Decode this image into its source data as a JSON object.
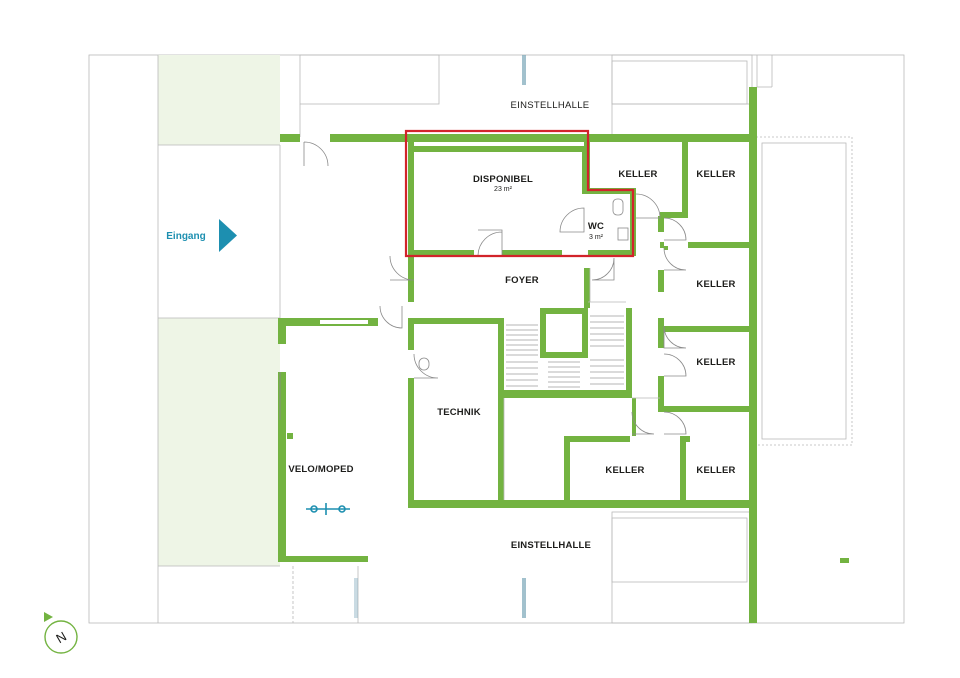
{
  "plan": {
    "rooms": {
      "einstellhalle_top": "EINSTELLHALLE",
      "disponibel": "DISPONIBEL",
      "disponibel_area": "23 m²",
      "keller_1": "KELLER",
      "keller_2": "KELLER",
      "wc": "WC",
      "wc_area": "3 m²",
      "foyer": "FOYER",
      "keller_3": "KELLER",
      "keller_4": "KELLER",
      "technik": "TECHNIK",
      "velo_moped": "VELO/MOPED",
      "keller_5": "KELLER",
      "keller_6": "KELLER",
      "einstellhalle_bottom": "EINSTELLHALLE"
    },
    "entrance_label": "Eingang",
    "compass_letter": "N",
    "colors": {
      "wall": "#73b341",
      "highlight": "#d2232a",
      "entrance_arrow": "#1d8fb0",
      "entrance_zone": "#eef5e6"
    }
  }
}
